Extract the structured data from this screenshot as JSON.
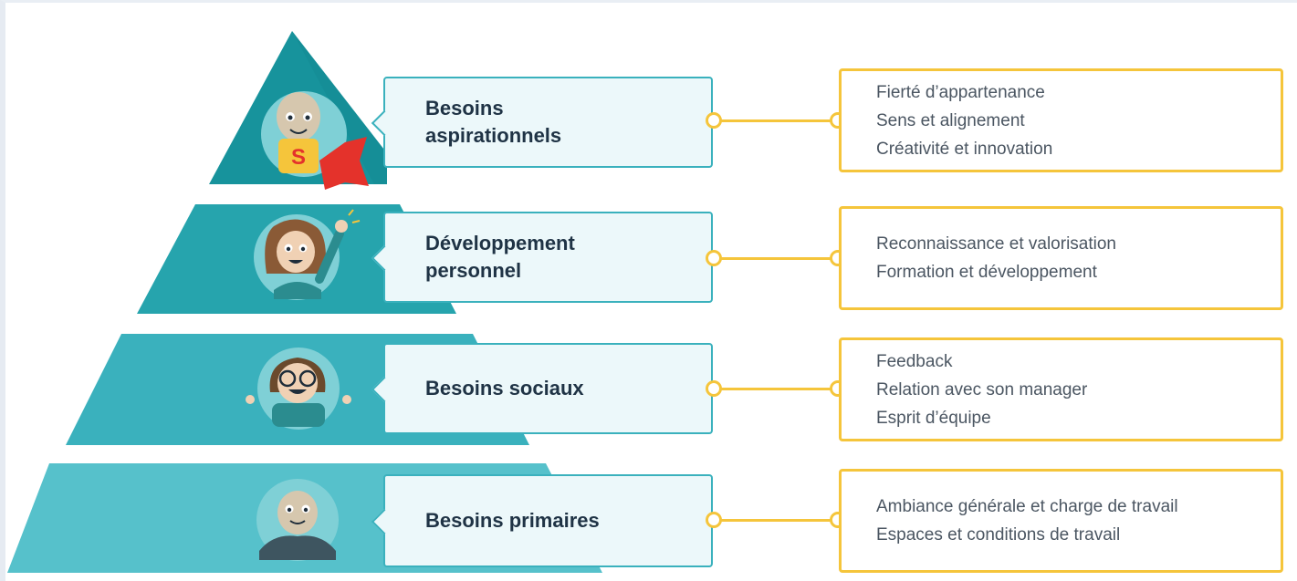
{
  "diagram": {
    "levels": [
      {
        "title": "Besoins\naspirationnels",
        "items": [
          "Fierté d’appartenance",
          "Sens et alignement",
          "Créativité et innovation"
        ],
        "avatar": "superhero-avatar-icon"
      },
      {
        "title": "Développement\npersonnel",
        "items": [
          "Reconnaissance et valorisation",
          "Formation et développement"
        ],
        "avatar": "waving-woman-avatar-icon"
      },
      {
        "title": "Besoins sociaux",
        "items": [
          "Feedback",
          "Relation avec son manager",
          "Esprit d’équipe"
        ],
        "avatar": "smiling-person-glasses-avatar-icon"
      },
      {
        "title": "Besoins primaires",
        "items": [
          "Ambiance générale et charge de travail",
          "Espaces et conditions de travail"
        ],
        "avatar": "person-at-desk-avatar-icon"
      }
    ],
    "colors": {
      "tier_top": "#17939c",
      "tier_2": "#26a4ad",
      "tier_3": "#3ab1bd",
      "tier_bottom": "#56c1cb",
      "need_border": "#3ab1bd",
      "need_fill": "#ecf8fa",
      "detail_border": "#f5c53b",
      "superhero_letter": "S",
      "cape": "#e4322b",
      "shirt": "#f5c53b"
    }
  }
}
